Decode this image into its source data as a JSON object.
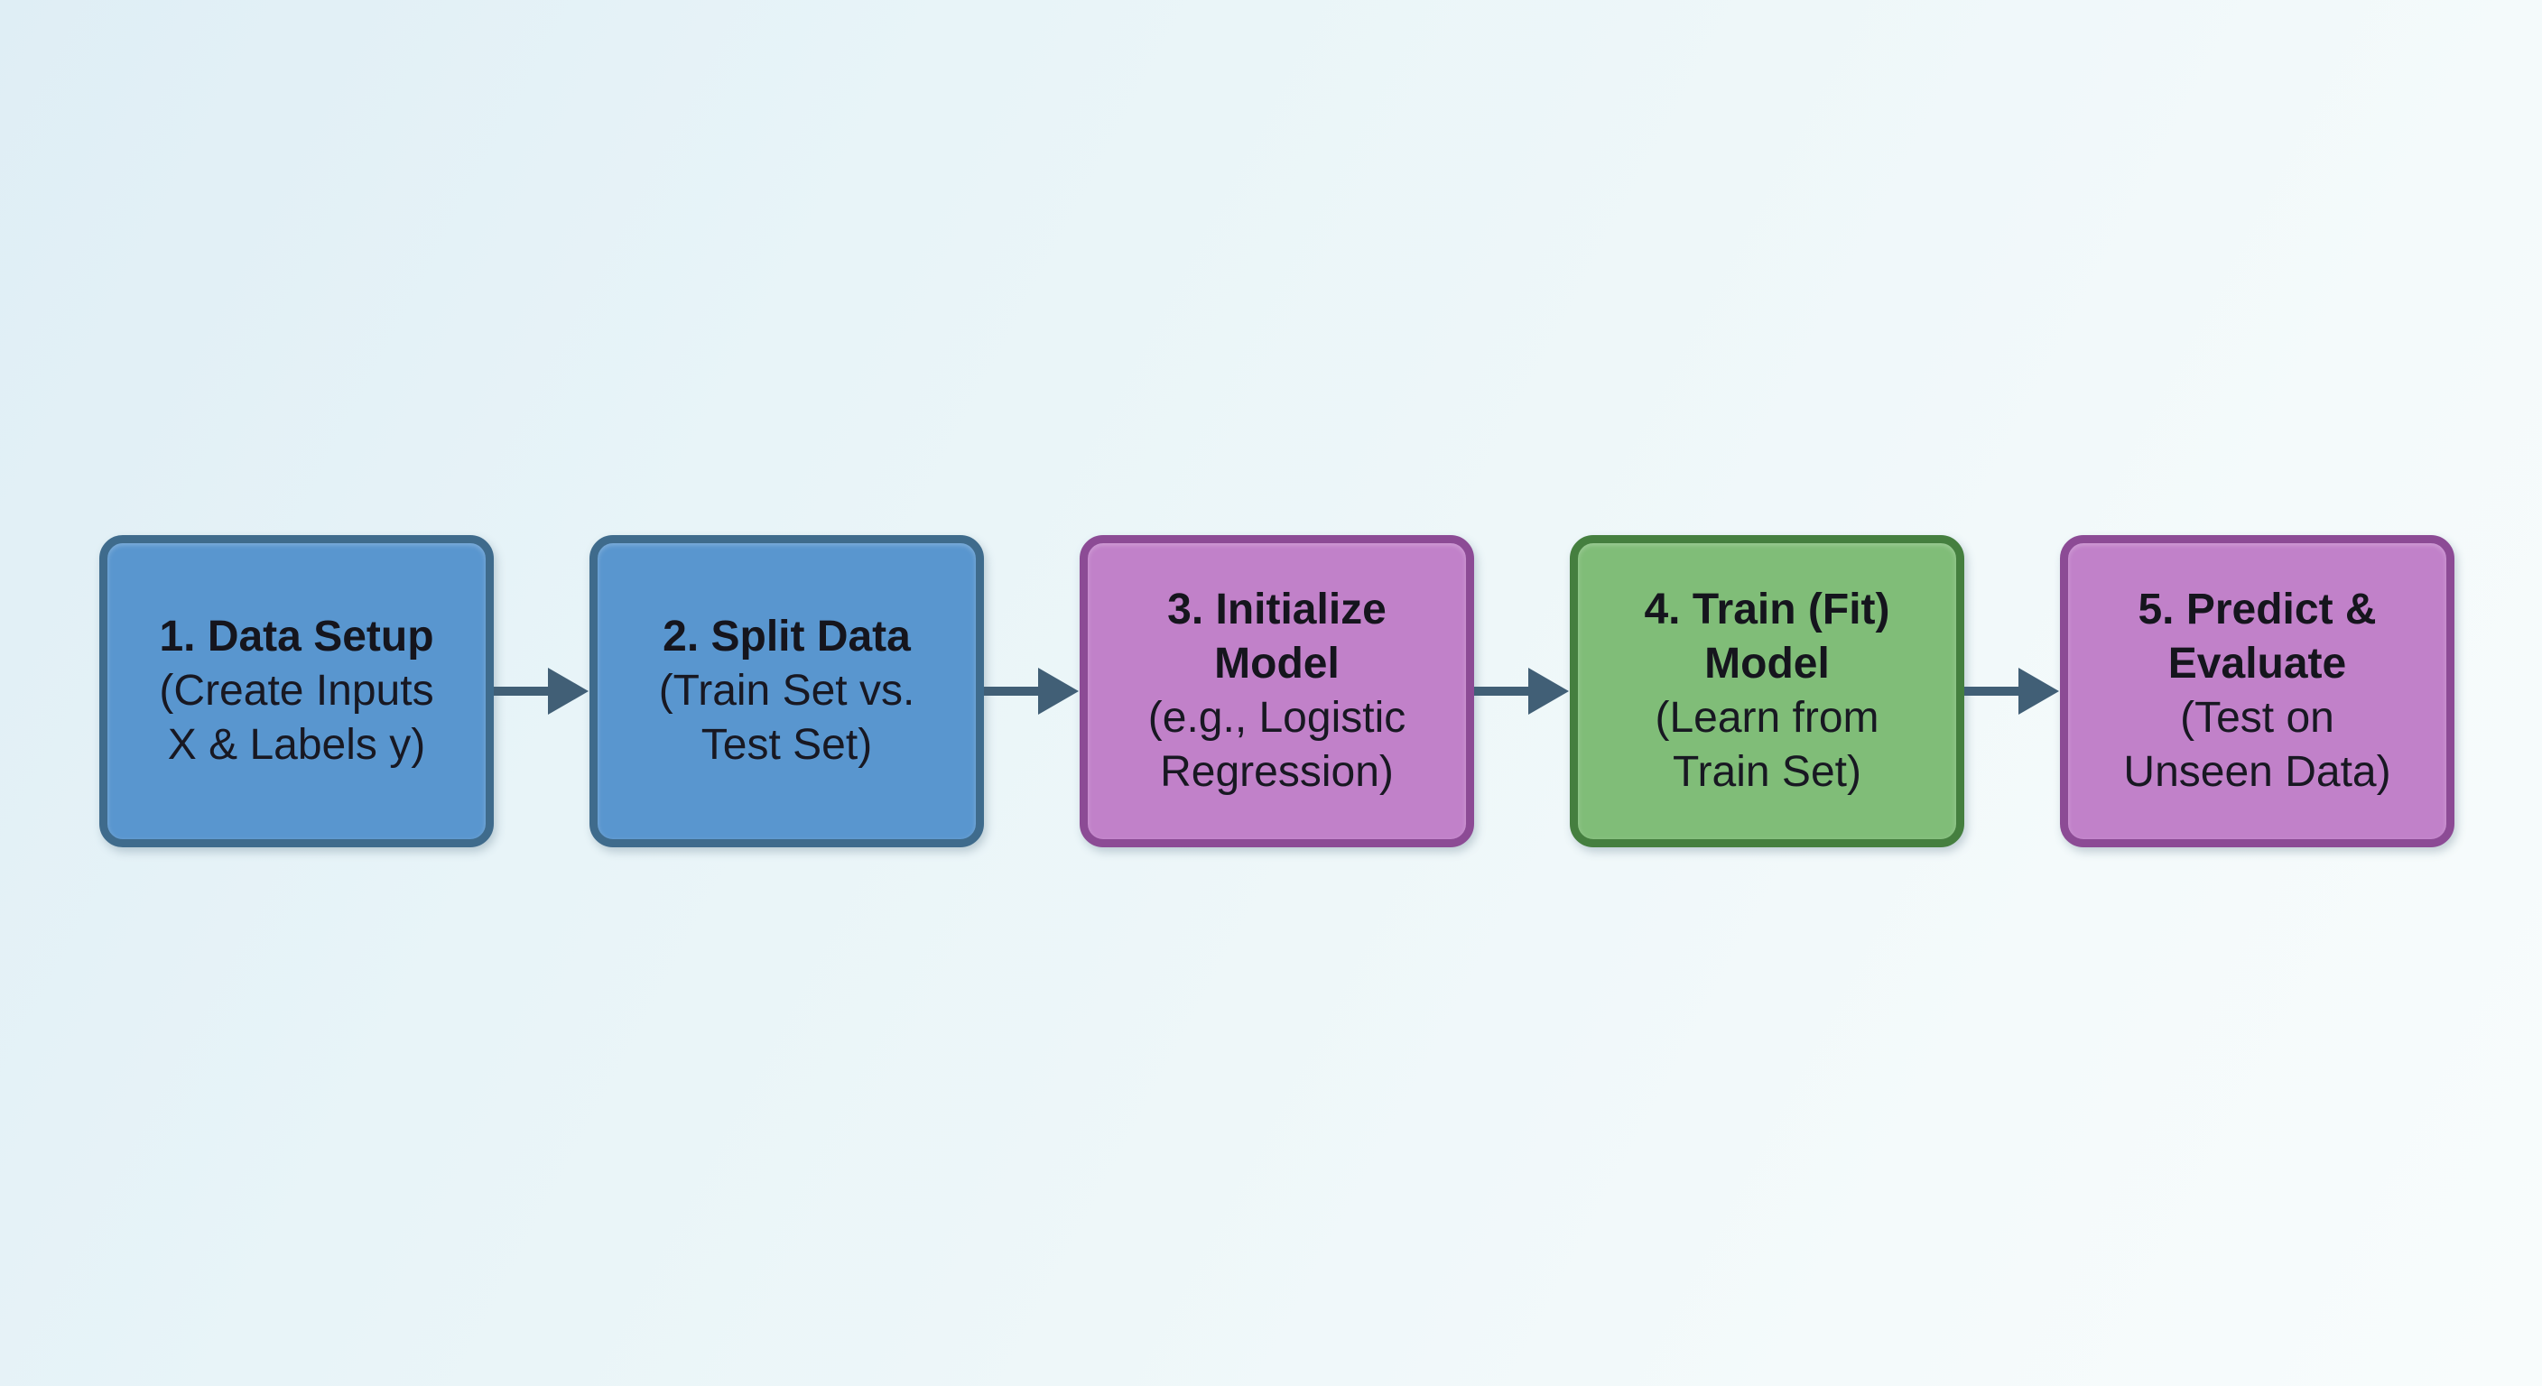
{
  "diagram": {
    "type": "flowchart",
    "direction": "left-to-right",
    "background_color": "#eaf5f8",
    "arrow_color": "#415f76",
    "text_color": "#15151d",
    "steps": [
      {
        "title": "1. Data Setup",
        "subtitle": "(Create Inputs\nX & Labels y)",
        "fill": "#5996cf",
        "border": "#3f6b8c"
      },
      {
        "title": "2. Split Data",
        "subtitle": "(Train Set vs.\nTest Set)",
        "fill": "#5996cf",
        "border": "#3f6b8c"
      },
      {
        "title": "3. Initialize\nModel",
        "subtitle": "(e.g., Logistic\nRegression)",
        "fill": "#c181c9",
        "border": "#8c4b95"
      },
      {
        "title": "4. Train (Fit)\nModel",
        "subtitle": "(Learn from\nTrain Set)",
        "fill": "#80bd78",
        "border": "#457f3f"
      },
      {
        "title": "5. Predict &\nEvaluate",
        "subtitle": "(Test on\nUnseen Data)",
        "fill": "#c181c9",
        "border": "#8c4b95"
      }
    ]
  }
}
